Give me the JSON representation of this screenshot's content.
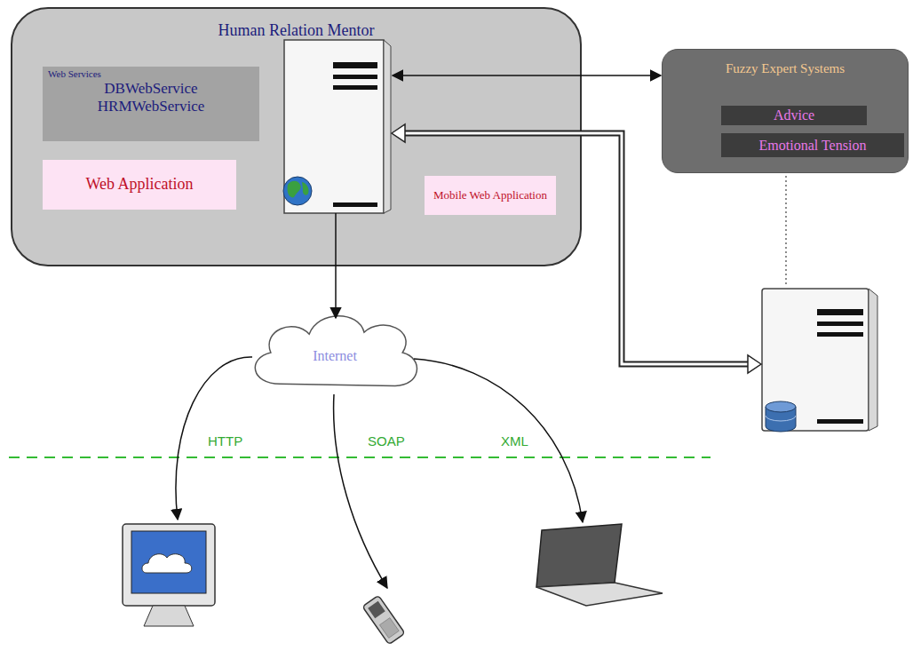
{
  "diagram": {
    "nodes": [
      {
        "text": [
          "Human Relation Mentor"
        ]
      },
      {
        "text": [
          "Web Services",
          "DBWebService HRMWebService"
        ],
        "in": 0
      },
      {
        "text": [
          "Web Application"
        ],
        "in": 0
      },
      {
        "text": [
          "Mobile Web Application"
        ],
        "in": 0
      },
      {
        "text": [
          "Fuzzy Expert Systems"
        ]
      },
      {
        "text": [
          "Advice"
        ],
        "in": 4
      },
      {
        "text": [
          "Emotional Tension"
        ],
        "in": 4
      },
      {
        "text": [
          "Internet"
        ]
      }
    ],
    "edges": [
      {
        "from": 0,
        "to": 4,
        "arrow": "both"
      },
      {
        "from": 0,
        "to": 7,
        "arrow": "to"
      }
    ],
    "labels": [
      "HTTP",
      "SOAP",
      "XML"
    ]
  }
}
